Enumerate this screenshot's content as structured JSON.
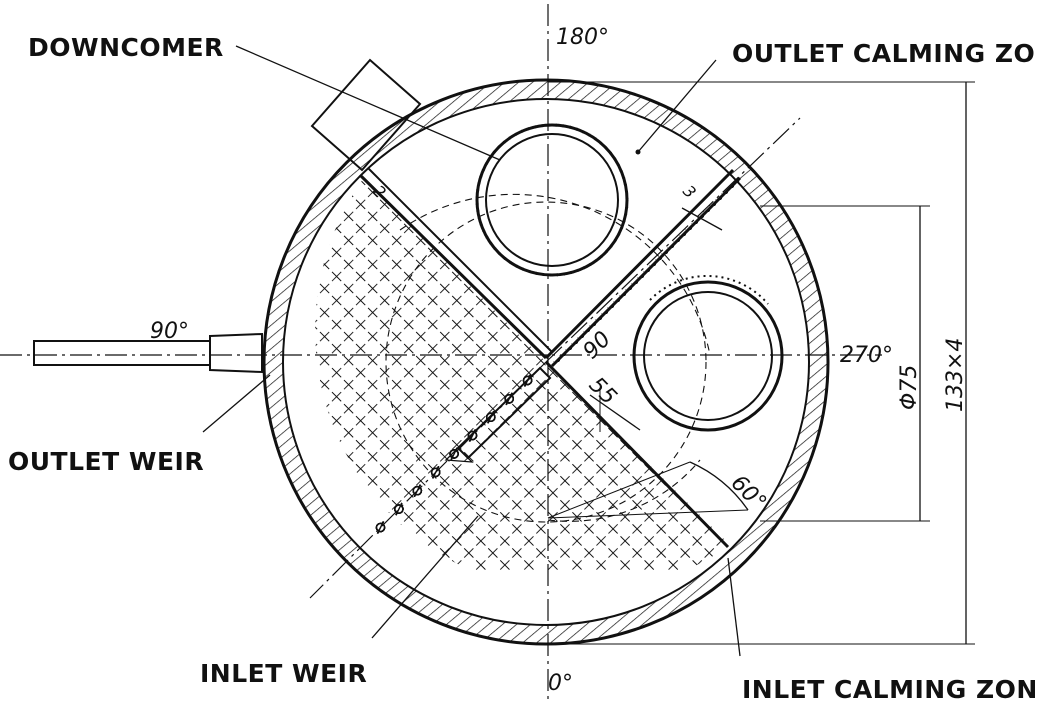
{
  "labels": {
    "downcomer": "DOWNCOMER",
    "outlet_calming_zone": "OUTLET CALMING ZONE",
    "outlet_weir": "OUTLET WEIR",
    "inlet_weir": "INLET WEIR",
    "inlet_calming_zone": "INLET CALMING ZONE"
  },
  "angles": {
    "a180": "180°",
    "a90": "90°",
    "a270": "270°",
    "a0": "0°",
    "a60": "60°"
  },
  "dimensions": {
    "d2": "2",
    "d3": "3",
    "d90": "90",
    "d55": "55",
    "d_phi75": "Φ75",
    "d_133x4": "133×4"
  }
}
